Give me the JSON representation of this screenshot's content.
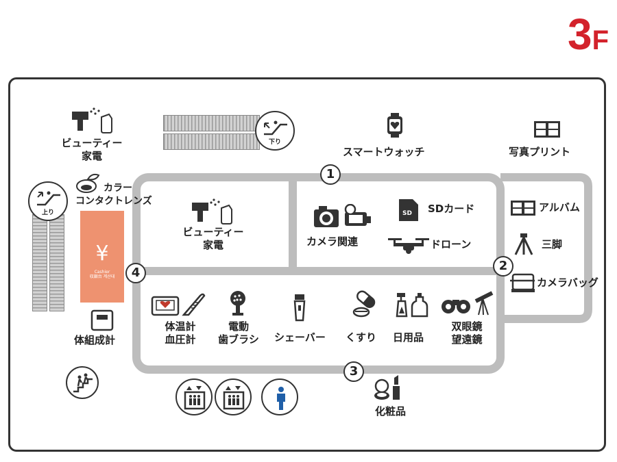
{
  "floor": {
    "number": "3",
    "suffix": "F"
  },
  "areas": {
    "beauty_top": [
      "ビューティー",
      "家電"
    ],
    "color_contacts": [
      "カラー",
      "コンタクトレンズ"
    ],
    "beauty_center": [
      "ビューティー",
      "家電"
    ],
    "smartwatch": "スマートウォッチ",
    "photo_print": "写真プリント",
    "camera": "カメラ関連",
    "sd_card": "SDカード",
    "drone": "ドローン",
    "album": "アルバム",
    "tripod": "三脚",
    "camera_bag": "カメラバッグ",
    "thermometer": [
      "体温計",
      "血圧計"
    ],
    "e_toothbrush": [
      "電動",
      "歯ブラシ"
    ],
    "shaver": "シェーバー",
    "medicine": "くすり",
    "daily_goods": "日用品",
    "binoculars": [
      "双眼鏡",
      "望遠鏡"
    ],
    "body_scale": "体組成計",
    "cosmetics": "化粧品"
  },
  "cashier": {
    "symbol": "¥",
    "line1": "Cashier",
    "line2": "収銀台 계산대"
  },
  "escalators": {
    "down_label": "下り",
    "up_label": "上り"
  },
  "gates": [
    "1",
    "2",
    "3",
    "4"
  ],
  "colors": {
    "floor_red": "#d3222b",
    "cashier": "#ee9270",
    "aisle": "#bdbdbd",
    "restroom": "#1f5fa8",
    "tv_red": "#c0392b"
  }
}
